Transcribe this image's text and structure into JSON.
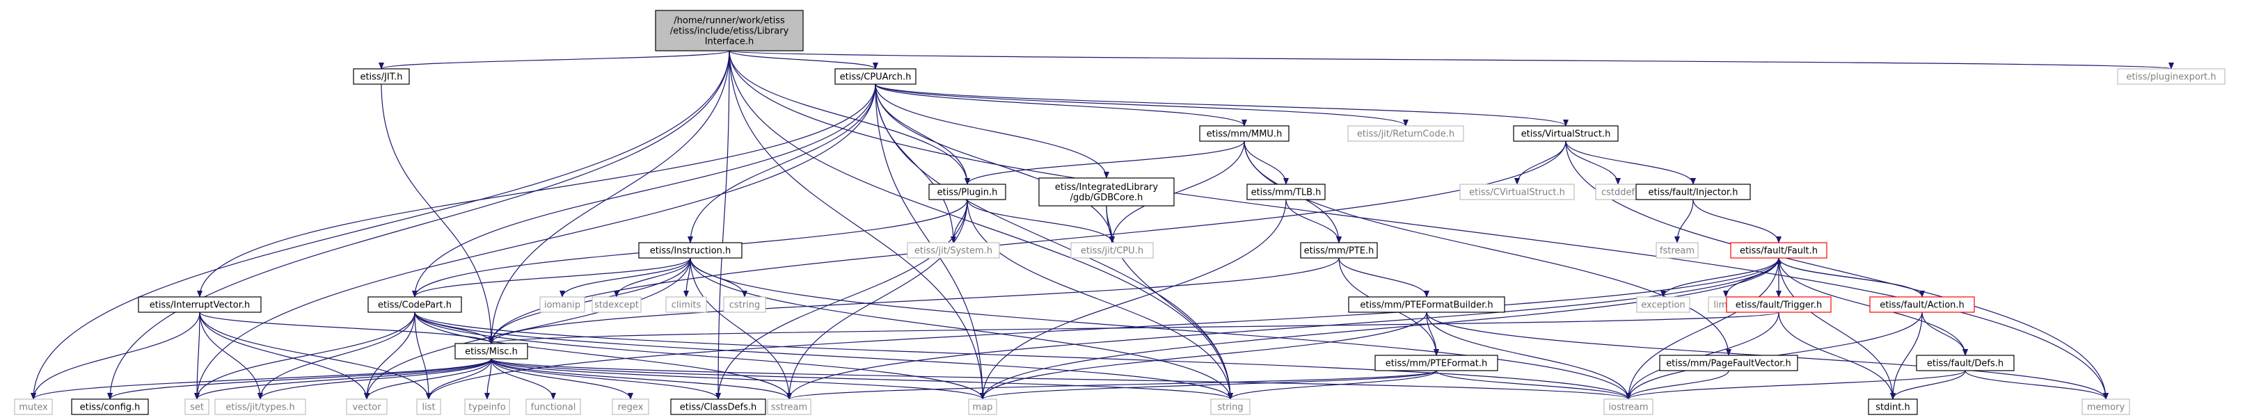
{
  "graph": {
    "nodes": [
      {
        "id": "root",
        "label": "/home/runner/work/etiss\n/etiss/include/etiss/Library\nInterface.h",
        "kind": "root"
      },
      {
        "id": "jit",
        "label": "etiss/JIT.h",
        "kind": "normal"
      },
      {
        "id": "cpuarch",
        "label": "etiss/CPUArch.h",
        "kind": "normal"
      },
      {
        "id": "pluginexport",
        "label": "etiss/pluginexport.h",
        "kind": "external"
      },
      {
        "id": "mmu",
        "label": "etiss/mm/MMU.h",
        "kind": "normal"
      },
      {
        "id": "returncode",
        "label": "etiss/jit/ReturnCode.h",
        "kind": "external"
      },
      {
        "id": "virtualstruct",
        "label": "etiss/VirtualStruct.h",
        "kind": "normal"
      },
      {
        "id": "plugin",
        "label": "etiss/Plugin.h",
        "kind": "normal"
      },
      {
        "id": "gdbcore",
        "label": "etiss/IntegratedLibrary\n/gdb/GDBCore.h",
        "kind": "normal"
      },
      {
        "id": "tlb",
        "label": "etiss/mm/TLB.h",
        "kind": "normal"
      },
      {
        "id": "cvirtualstruct",
        "label": "etiss/CVirtualStruct.h",
        "kind": "external"
      },
      {
        "id": "cstddef",
        "label": "cstddef",
        "kind": "external"
      },
      {
        "id": "injector",
        "label": "etiss/fault/Injector.h",
        "kind": "normal"
      },
      {
        "id": "system",
        "label": "etiss/jit/System.h",
        "kind": "external"
      },
      {
        "id": "cpu",
        "label": "etiss/jit/CPU.h",
        "kind": "external"
      },
      {
        "id": "fstream",
        "label": "fstream",
        "kind": "external"
      },
      {
        "id": "instruction",
        "label": "etiss/Instruction.h",
        "kind": "normal"
      },
      {
        "id": "pte",
        "label": "etiss/mm/PTE.h",
        "kind": "normal"
      },
      {
        "id": "fault",
        "label": "etiss/fault/Fault.h",
        "kind": "red"
      },
      {
        "id": "interruptvector",
        "label": "etiss/InterruptVector.h",
        "kind": "normal"
      },
      {
        "id": "codepart",
        "label": "etiss/CodePart.h",
        "kind": "normal"
      },
      {
        "id": "iomanip",
        "label": "iomanip",
        "kind": "external"
      },
      {
        "id": "stdexcept",
        "label": "stdexcept",
        "kind": "external"
      },
      {
        "id": "climits",
        "label": "climits",
        "kind": "external"
      },
      {
        "id": "cstring",
        "label": "cstring",
        "kind": "external"
      },
      {
        "id": "ptefmtbuilder",
        "label": "etiss/mm/PTEFormatBuilder.h",
        "kind": "normal"
      },
      {
        "id": "exception",
        "label": "exception",
        "kind": "external"
      },
      {
        "id": "limits",
        "label": "limits",
        "kind": "external"
      },
      {
        "id": "trigger",
        "label": "etiss/fault/Trigger.h",
        "kind": "red"
      },
      {
        "id": "action",
        "label": "etiss/fault/Action.h",
        "kind": "red"
      },
      {
        "id": "misc",
        "label": "etiss/Misc.h",
        "kind": "normal"
      },
      {
        "id": "pteformat",
        "label": "etiss/mm/PTEFormat.h",
        "kind": "normal"
      },
      {
        "id": "pagefault",
        "label": "etiss/mm/PageFaultVector.h",
        "kind": "normal"
      },
      {
        "id": "defs",
        "label": "etiss/fault/Defs.h",
        "kind": "normal"
      },
      {
        "id": "mutex",
        "label": "mutex",
        "kind": "external"
      },
      {
        "id": "config",
        "label": "etiss/config.h",
        "kind": "normal"
      },
      {
        "id": "set",
        "label": "set",
        "kind": "external"
      },
      {
        "id": "types",
        "label": "etiss/jit/types.h",
        "kind": "external"
      },
      {
        "id": "vector",
        "label": "vector",
        "kind": "external"
      },
      {
        "id": "list",
        "label": "list",
        "kind": "external"
      },
      {
        "id": "typeinfo",
        "label": "typeinfo",
        "kind": "external"
      },
      {
        "id": "functional",
        "label": "functional",
        "kind": "external"
      },
      {
        "id": "regex",
        "label": "regex",
        "kind": "external"
      },
      {
        "id": "classdefs",
        "label": "etiss/ClassDefs.h",
        "kind": "normal"
      },
      {
        "id": "sstream",
        "label": "sstream",
        "kind": "external"
      },
      {
        "id": "map",
        "label": "map",
        "kind": "external"
      },
      {
        "id": "string",
        "label": "string",
        "kind": "external"
      },
      {
        "id": "iostream",
        "label": "iostream",
        "kind": "external"
      },
      {
        "id": "stdint",
        "label": "stdint.h",
        "kind": "normal"
      },
      {
        "id": "memory",
        "label": "memory",
        "kind": "external"
      }
    ],
    "edges": [
      [
        "root",
        "jit"
      ],
      [
        "root",
        "cpuarch"
      ],
      [
        "root",
        "pluginexport"
      ],
      [
        "root",
        "mutex"
      ],
      [
        "root",
        "config"
      ],
      [
        "root",
        "misc"
      ],
      [
        "root",
        "plugin"
      ],
      [
        "root",
        "classdefs"
      ],
      [
        "root",
        "map"
      ],
      [
        "root",
        "string"
      ],
      [
        "root",
        "memory"
      ],
      [
        "jit",
        "misc"
      ],
      [
        "cpuarch",
        "mmu"
      ],
      [
        "cpuarch",
        "returncode"
      ],
      [
        "cpuarch",
        "virtualstruct"
      ],
      [
        "cpuarch",
        "plugin"
      ],
      [
        "cpuarch",
        "gdbcore"
      ],
      [
        "cpuarch",
        "system"
      ],
      [
        "cpuarch",
        "cpu"
      ],
      [
        "cpuarch",
        "instruction"
      ],
      [
        "cpuarch",
        "interruptvector"
      ],
      [
        "cpuarch",
        "codepart"
      ],
      [
        "cpuarch",
        "set"
      ],
      [
        "cpuarch",
        "map"
      ],
      [
        "cpuarch",
        "string"
      ],
      [
        "mmu",
        "plugin"
      ],
      [
        "mmu",
        "tlb"
      ],
      [
        "mmu",
        "pte"
      ],
      [
        "mmu",
        "pagefault"
      ],
      [
        "mmu",
        "cpu"
      ],
      [
        "virtualstruct",
        "cvirtualstruct"
      ],
      [
        "virtualstruct",
        "cstddef"
      ],
      [
        "virtualstruct",
        "injector"
      ],
      [
        "virtualstruct",
        "misc"
      ],
      [
        "virtualstruct",
        "memory"
      ],
      [
        "plugin",
        "system"
      ],
      [
        "plugin",
        "cpu"
      ],
      [
        "plugin",
        "codepart"
      ],
      [
        "plugin",
        "classdefs"
      ],
      [
        "plugin",
        "sstream"
      ],
      [
        "plugin",
        "string"
      ],
      [
        "gdbcore",
        "cpu"
      ],
      [
        "gdbcore",
        "string"
      ],
      [
        "tlb",
        "pte"
      ],
      [
        "tlb",
        "map"
      ],
      [
        "injector",
        "fstream"
      ],
      [
        "injector",
        "fault"
      ],
      [
        "instruction",
        "codepart"
      ],
      [
        "instruction",
        "misc"
      ],
      [
        "instruction",
        "iomanip"
      ],
      [
        "instruction",
        "stdexcept"
      ],
      [
        "instruction",
        "climits"
      ],
      [
        "instruction",
        "cstring"
      ],
      [
        "instruction",
        "sstream"
      ],
      [
        "instruction",
        "string"
      ],
      [
        "instruction",
        "iostream"
      ],
      [
        "instruction",
        "vector"
      ],
      [
        "pte",
        "ptefmtbuilder"
      ],
      [
        "pte",
        "pteformat"
      ],
      [
        "pte",
        "misc"
      ],
      [
        "fault",
        "exception"
      ],
      [
        "fault",
        "limits"
      ],
      [
        "fault",
        "trigger"
      ],
      [
        "fault",
        "action"
      ],
      [
        "fault",
        "defs"
      ],
      [
        "fault",
        "stdint"
      ],
      [
        "fault",
        "iostream"
      ],
      [
        "fault",
        "sstream"
      ],
      [
        "fault",
        "list"
      ],
      [
        "fault",
        "map"
      ],
      [
        "interruptvector",
        "misc"
      ],
      [
        "interruptvector",
        "mutex"
      ],
      [
        "interruptvector",
        "set"
      ],
      [
        "interruptvector",
        "types"
      ],
      [
        "interruptvector",
        "vector"
      ],
      [
        "interruptvector",
        "list"
      ],
      [
        "codepart",
        "misc"
      ],
      [
        "codepart",
        "set"
      ],
      [
        "codepart",
        "types"
      ],
      [
        "codepart",
        "vector"
      ],
      [
        "codepart",
        "list"
      ],
      [
        "codepart",
        "sstream"
      ],
      [
        "codepart",
        "map"
      ],
      [
        "codepart",
        "string"
      ],
      [
        "codepart",
        "iostream"
      ],
      [
        "ptefmtbuilder",
        "pteformat"
      ],
      [
        "ptefmtbuilder",
        "iostream"
      ],
      [
        "ptefmtbuilder",
        "memory"
      ],
      [
        "ptefmtbuilder",
        "map"
      ],
      [
        "trigger",
        "misc"
      ],
      [
        "trigger",
        "stdint"
      ],
      [
        "trigger",
        "iostream"
      ],
      [
        "action",
        "fault"
      ],
      [
        "action",
        "defs"
      ],
      [
        "action",
        "stdint"
      ],
      [
        "action",
        "iostream"
      ],
      [
        "misc",
        "mutex"
      ],
      [
        "misc",
        "config"
      ],
      [
        "misc",
        "set"
      ],
      [
        "misc",
        "types"
      ],
      [
        "misc",
        "vector"
      ],
      [
        "misc",
        "list"
      ],
      [
        "misc",
        "typeinfo"
      ],
      [
        "misc",
        "functional"
      ],
      [
        "misc",
        "regex"
      ],
      [
        "misc",
        "classdefs"
      ],
      [
        "misc",
        "sstream"
      ],
      [
        "misc",
        "map"
      ],
      [
        "misc",
        "string"
      ],
      [
        "misc",
        "iostream"
      ],
      [
        "pteformat",
        "map"
      ],
      [
        "pteformat",
        "string"
      ],
      [
        "pteformat",
        "iostream"
      ],
      [
        "pteformat",
        "sstream"
      ],
      [
        "pagefault",
        "iostream"
      ],
      [
        "defs",
        "stdint"
      ],
      [
        "defs",
        "iostream"
      ],
      [
        "defs",
        "memory"
      ]
    ]
  },
  "colors": {
    "edge": "#191970",
    "root_fill": "#bfbfbf",
    "normal_stroke": "#000000",
    "external_stroke": "#bfbfbf",
    "external_text": "#808080",
    "red_stroke": "#ff0000"
  }
}
